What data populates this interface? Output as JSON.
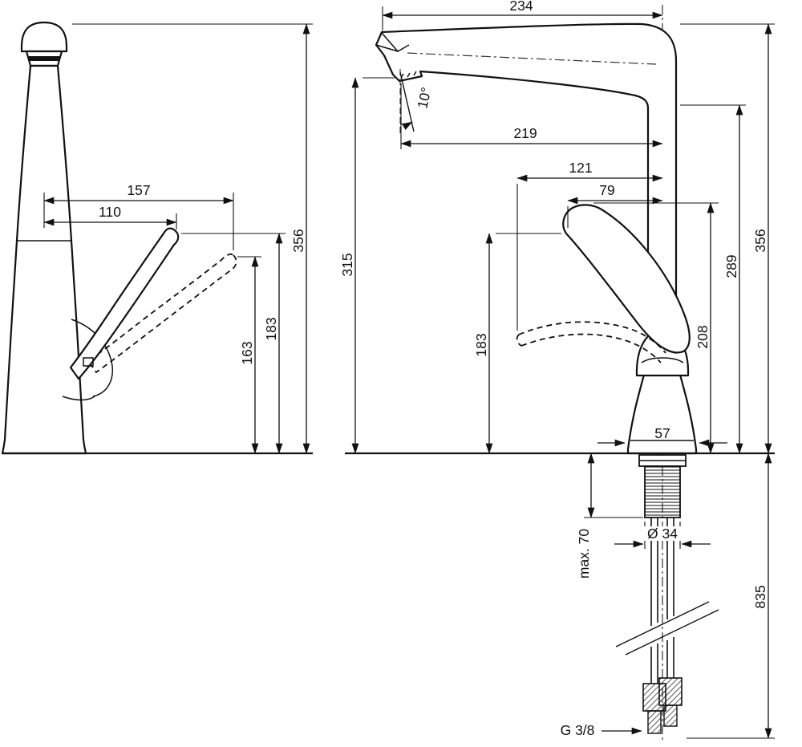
{
  "front_view": {
    "d157": "157",
    "d110": "110",
    "d356": "356",
    "d183": "183",
    "d163": "163"
  },
  "side_view": {
    "d234": "234",
    "d219": "219",
    "d121": "121",
    "d79": "79",
    "angle": "10°",
    "d315": "315",
    "d356": "356",
    "d289": "289",
    "d208": "208",
    "d183": "183",
    "d57": "57",
    "max70": "max. 70",
    "diameter": "Ø 34",
    "d835": "835",
    "thread": "G 3/8"
  },
  "colors": {
    "line": "#111111",
    "background": "#ffffff"
  }
}
